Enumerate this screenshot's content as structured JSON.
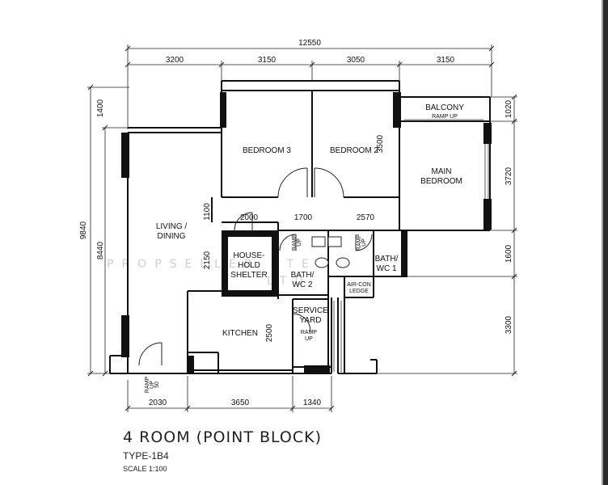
{
  "dimensions": {
    "overall_width": "12550",
    "top": [
      "3200",
      "3150",
      "3050",
      "3150"
    ],
    "bottom": [
      "2030",
      "3650",
      "1340"
    ],
    "left_overall": "9840",
    "left": [
      "1400",
      "8440"
    ],
    "right": [
      "1020",
      "3720",
      "1600",
      "3300"
    ],
    "interior": {
      "d_2000": "2000",
      "d_1700": "1700",
      "d_2570": "2570",
      "d_1100": "1100",
      "d_2150": "2150",
      "d_3500": "3500",
      "d_2500": "2500",
      "d_50": "50"
    }
  },
  "rooms": {
    "bedroom3": "BEDROOM 3",
    "bedroom2": "BEDROOM 2",
    "main_bedroom": [
      "MAIN",
      "BEDROOM"
    ],
    "balcony": "BALCONY",
    "living": [
      "LIVING /",
      "DINING"
    ],
    "shelter": [
      "HOUSE-",
      "HOLD",
      "SHELTER"
    ],
    "bath2": [
      "BATH/",
      "WC 2"
    ],
    "bath1": [
      "BATH/",
      "WC 1"
    ],
    "aircon": [
      "AIR-CON",
      "LEDGE"
    ],
    "service_yard": [
      "SERVICE",
      "YARD"
    ],
    "kitchen": "KITCHEN"
  },
  "ramp_labels": {
    "ramp_up": "RAMP UP",
    "ramp": "RAMP",
    "up": "UP"
  },
  "watermark": "PROPSELLER PTE.",
  "watermark_2": "LTD",
  "title": "4 ROOM (POINT BLOCK)",
  "subtitle": "TYPE-1B4",
  "scale": "SCALE 1:100"
}
